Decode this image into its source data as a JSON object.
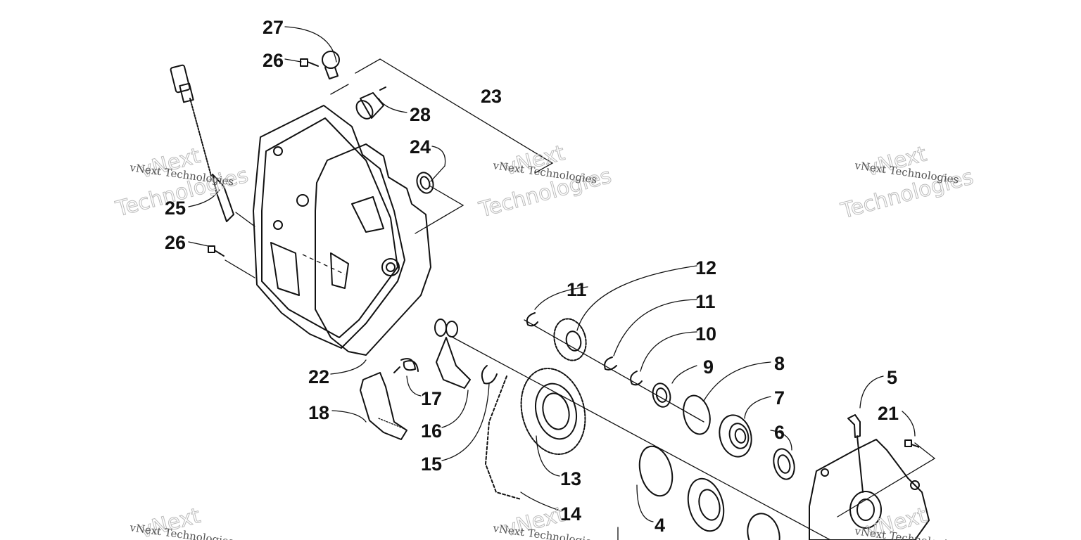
{
  "diagram": {
    "watermark": "vNext Technologies",
    "watermark_line1": "vNext",
    "watermark_line2": "Technologies",
    "callouts": {
      "c27": "27",
      "c26a": "26",
      "c23": "23",
      "c28": "28",
      "c24": "24",
      "c25": "25",
      "c26b": "26",
      "c12": "12",
      "c11a": "11",
      "c11b": "11",
      "c10": "10",
      "c9": "9",
      "c8": "8",
      "c7": "7",
      "c6": "6",
      "c5": "5",
      "c21": "21",
      "c22": "22",
      "c17": "17",
      "c18": "18",
      "c16": "16",
      "c15": "15",
      "c13": "13",
      "c14": "14",
      "c4": "4"
    }
  }
}
